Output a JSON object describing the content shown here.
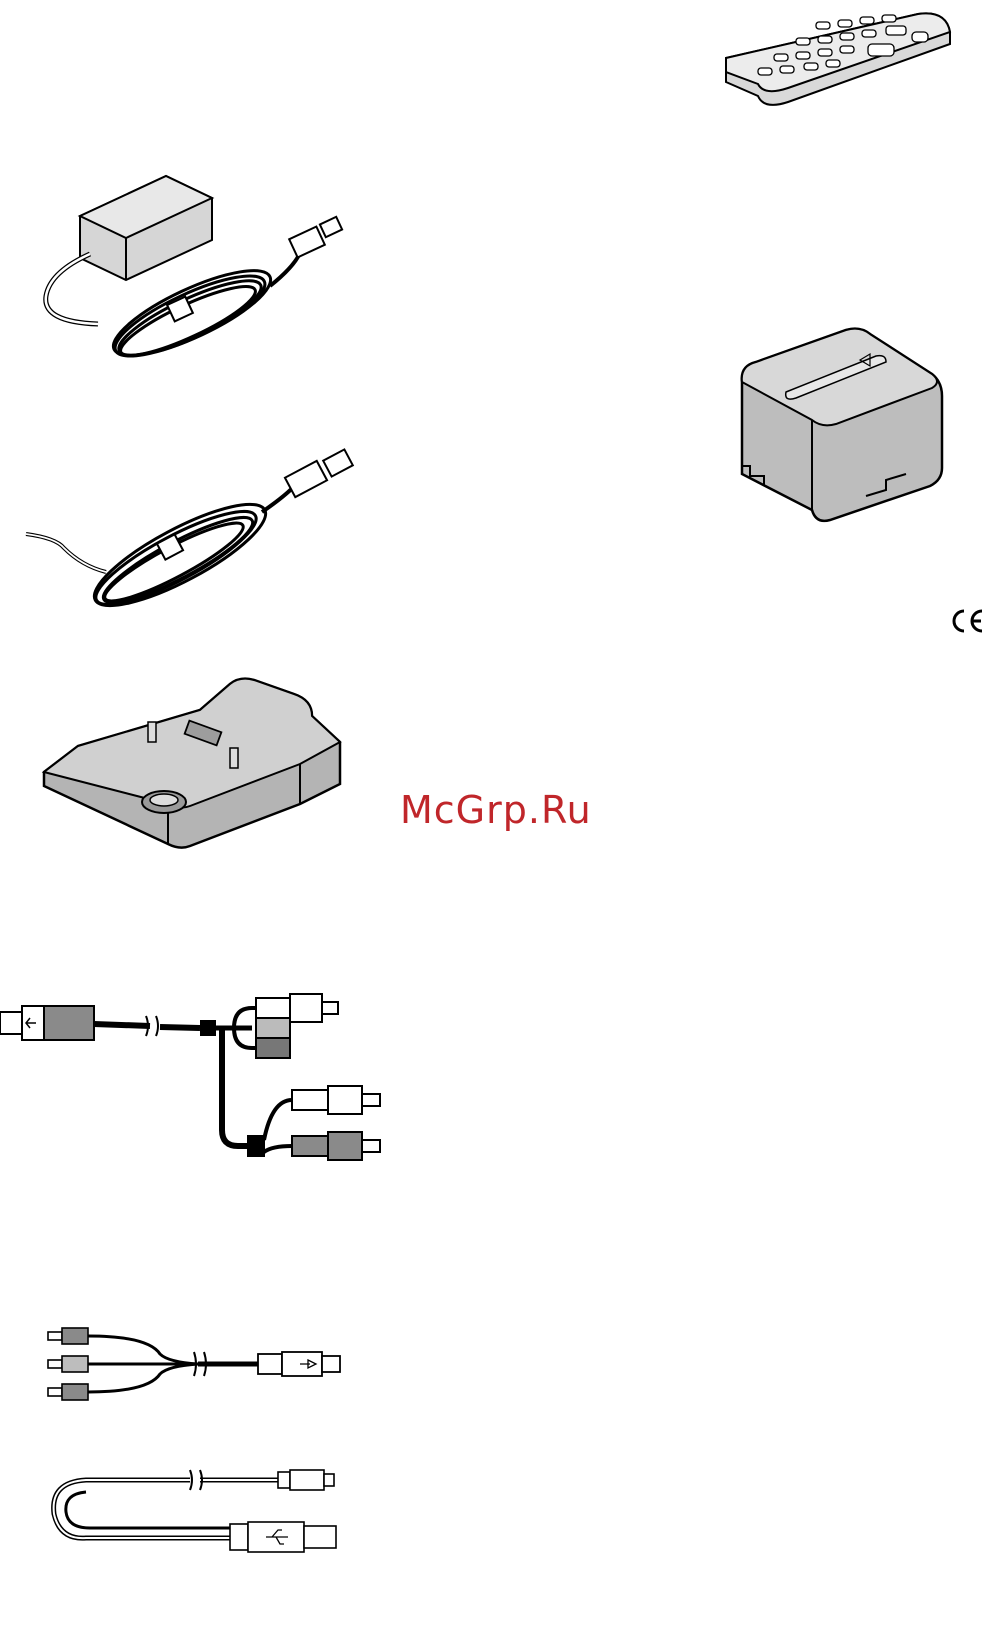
{
  "watermark": {
    "text": "McGrp.Ru",
    "color": "#c0262a"
  },
  "marks": {
    "ce": "CE"
  },
  "illustrations": [
    {
      "name": "remote-commander",
      "icon": "remote-control-icon"
    },
    {
      "name": "ac-adaptor",
      "icon": "power-adapter-icon"
    },
    {
      "name": "mains-lead",
      "icon": "power-cord-icon"
    },
    {
      "name": "battery-pack",
      "icon": "battery-icon"
    },
    {
      "name": "handycam-station",
      "icon": "docking-station-icon"
    },
    {
      "name": "component-av-cable",
      "icon": "av-cable-icon"
    },
    {
      "name": "av-connecting-cable",
      "icon": "rca-cable-icon"
    },
    {
      "name": "usb-cable",
      "icon": "usb-cable-icon"
    }
  ]
}
